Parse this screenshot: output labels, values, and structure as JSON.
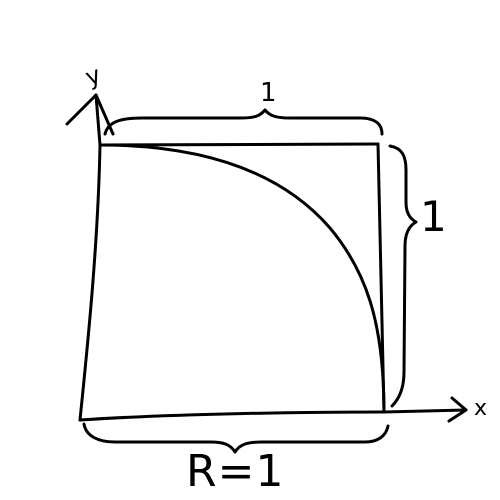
{
  "diagram": {
    "axis_labels": {
      "x": "x",
      "y": "y"
    },
    "dimension_labels": {
      "top_width": "1",
      "right_height": "1",
      "bottom_radius": "R=1"
    }
  }
}
